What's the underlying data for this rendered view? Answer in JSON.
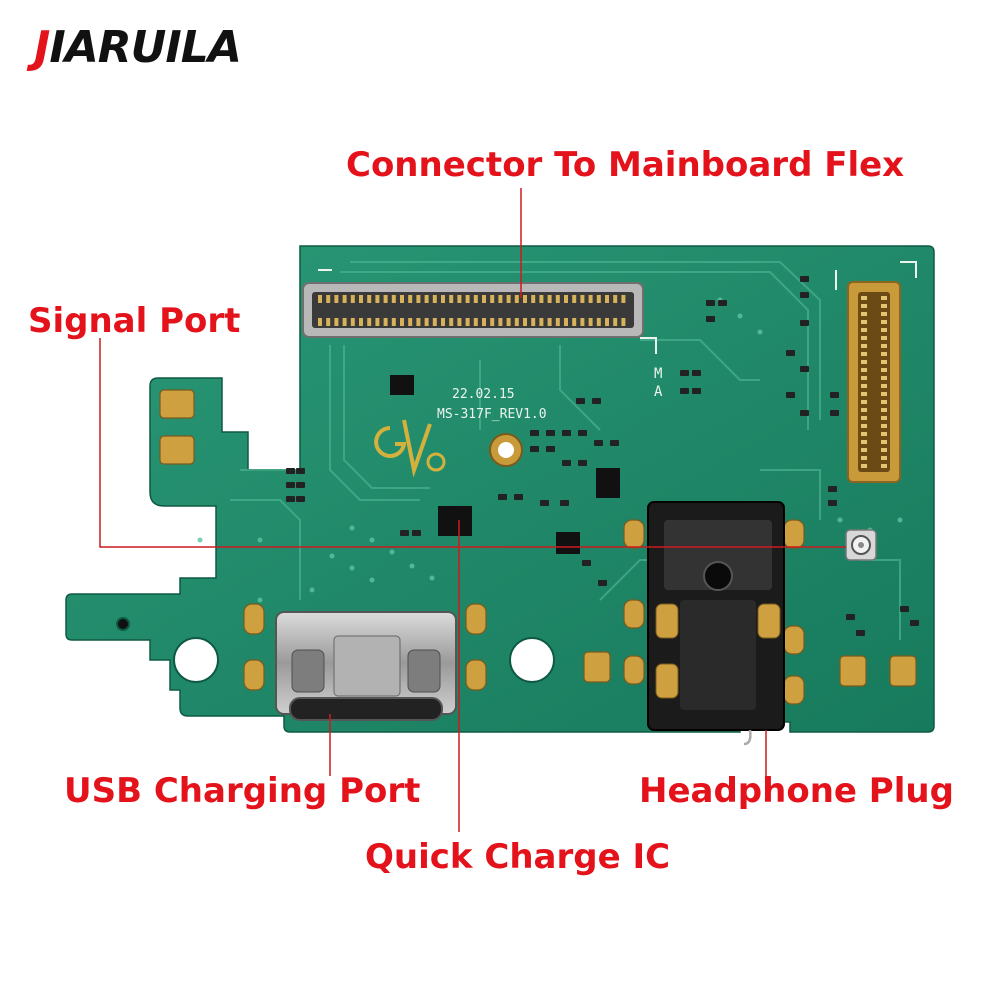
{
  "brand": {
    "letter": "J",
    "rest": "IARUILA"
  },
  "labels": {
    "connector": "Connector To Mainboard Flex",
    "signal": "Signal Port",
    "usb": "USB Charging Port",
    "headphone": "Headphone Plug",
    "quick_charge": "Quick Charge IC"
  },
  "board_silkscreen": {
    "date": "22.02.15",
    "model": "MS-317F_REV1.0",
    "mark_m": "M",
    "mark_a": "A"
  },
  "colors": {
    "brand_red": "#e3121b",
    "pcb_green": "#1f8a6a",
    "gold": "#c99a3a"
  }
}
